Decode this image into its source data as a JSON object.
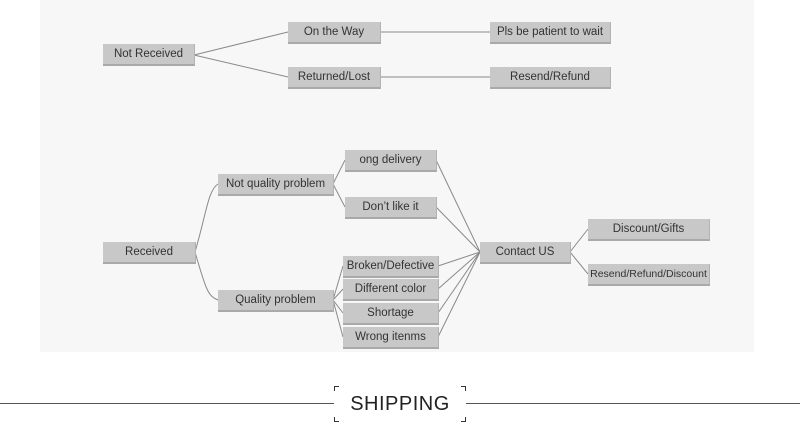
{
  "diagram": {
    "not_received": {
      "root": "Not Received",
      "on_the_way": "On the Way",
      "returned_lost": "Returned/Lost",
      "pls_wait": "Pls be patient to wait",
      "resend_refund": "Resend/Refund"
    },
    "received": {
      "root": "Received",
      "not_quality_problem": "Not quality problem",
      "quality_problem": "Quality problem",
      "long_delivery": "ong delivery",
      "dont_like": "Don’t like it",
      "broken": "Broken/Defective",
      "different_color": "Different color",
      "shortage": "Shortage",
      "wrong_items": "Wrong itenms",
      "contact_us": "Contact US",
      "discount_gifts": "Discount/Gifts",
      "resend_refund_discount": "Resend/Refund/Discount"
    }
  },
  "footer": {
    "title": "SHIPPING"
  },
  "colors": {
    "node_fill": "#c8c8c8",
    "line": "#888888",
    "panel": "#f7f7f7"
  }
}
